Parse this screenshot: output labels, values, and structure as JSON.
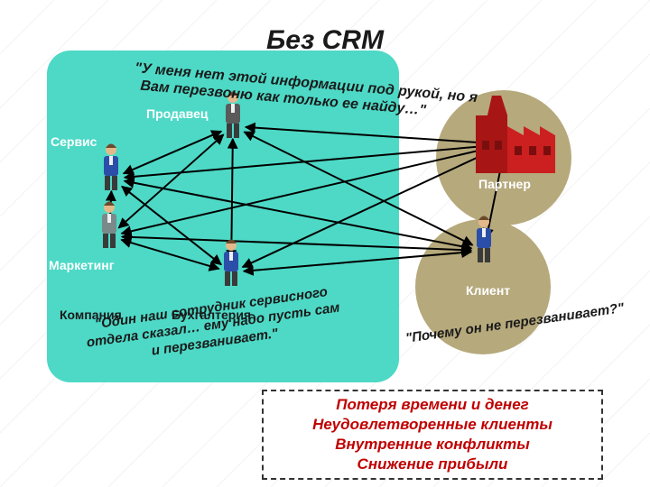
{
  "title": "Без CRM",
  "labels": {
    "seller": "Продавец",
    "service": "Сервис",
    "partner": "Партнер",
    "marketing": "Маркетинг",
    "client": "Клиент",
    "company": "Компания",
    "accounting": "Бухгалтерия"
  },
  "quotes": {
    "seller": [
      "\"У меня нет этой информации под рукой, но я",
      "Вам перезвоню как только ее найду…\""
    ],
    "accounting": [
      "\"Один наш сотрудник сервисного",
      "отдела сказал… ему надо пусть сам",
      "и перезванивает.\""
    ],
    "client": [
      "\"Почему он не перезванивает?\""
    ]
  },
  "result": [
    "Потеря времени и денег",
    "Неудовлетворенные клиенты",
    "Внутренние конфликты",
    "Снижение прибыли"
  ],
  "colors": {
    "company_area": "#4dd9c6",
    "external_circle": "#b6a97c",
    "result_text": "#c00000",
    "factory": "#cc1f1f"
  },
  "icons": [
    "person-icon",
    "factory-icon"
  ]
}
